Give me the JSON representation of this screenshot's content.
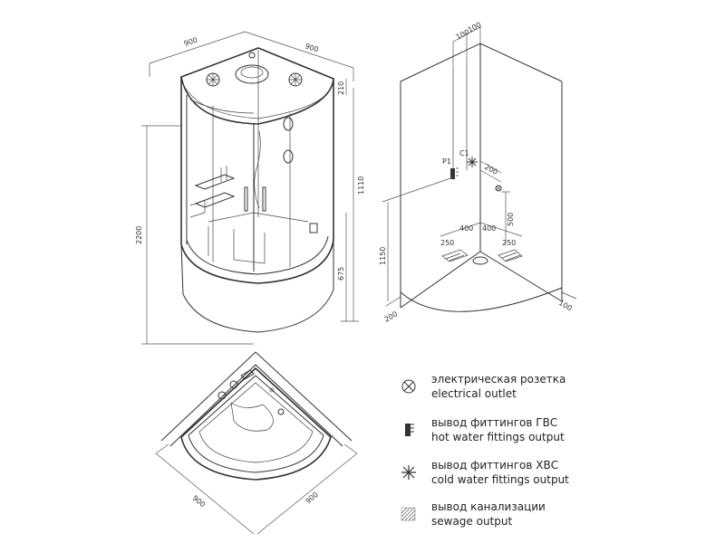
{
  "dimensions": {
    "front_width_left": "900",
    "front_width_right": "900",
    "height_total": "2200",
    "tray_height": "675",
    "cabin_height": "1110",
    "top_offset": "210",
    "corner_offset_a": "100",
    "corner_offset_b": "100",
    "socket_offset": "200",
    "socket_height": "500",
    "outlet_left_a": "250",
    "outlet_left_b": "400",
    "outlet_right_b": "400",
    "outlet_right_a": "250",
    "fittings_height": "1150",
    "floor_left": "200",
    "floor_right": "100",
    "plan_left": "900",
    "plan_right": "900"
  },
  "markers": {
    "hot_label": "P1",
    "cold_label": "C1"
  },
  "legend": [
    {
      "ru": "электрическая розетка",
      "en": "electrical outlet",
      "icon": "electrical-outlet-icon"
    },
    {
      "ru": "вывод фиттингов ГВС",
      "en": "hot water fittings output",
      "icon": "hot-water-icon"
    },
    {
      "ru": "вывод фиттингов ХВС",
      "en": "cold water fittings output",
      "icon": "snowflake-icon"
    },
    {
      "ru": "вывод канализации",
      "en": "sewage output",
      "icon": "hatch-icon"
    }
  ]
}
